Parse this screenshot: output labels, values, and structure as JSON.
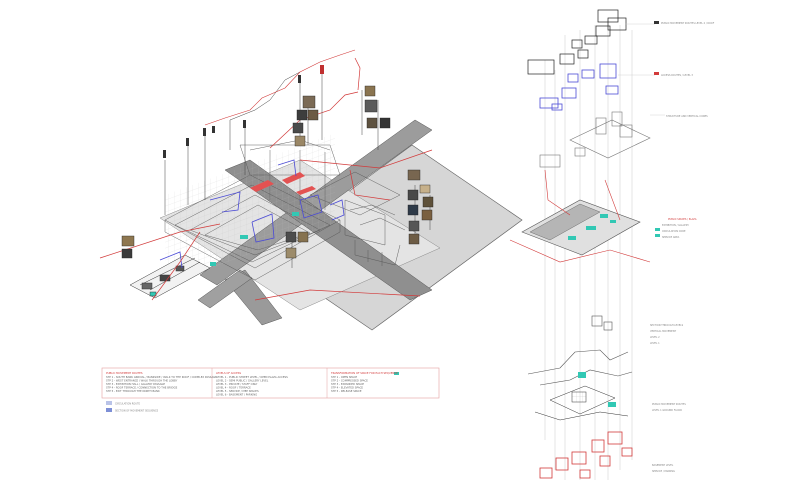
{
  "colors": {
    "accent_red": "#d23a3a",
    "line_blue": "#4b4bd6",
    "cyan": "#32c8b4",
    "gray_fill": "#d4d4d4",
    "line_dark": "#444444"
  },
  "legend": {
    "column_1": {
      "header": "PUBLIC MOVEMENT ROUTES",
      "lines": [
        "STP 1 - SOUTH BANK ARRIVAL / BANKSIDE / WALK TO THE ROOF / COMPLEX PASSAGE",
        "STP 2 - WEST ENTRANCE / WALK THROUGH THE LOBBY",
        "STP 3 - EXHIBITION HALL / GALLERY PASSAGE",
        "STP 4 - ROOF TERRACE / CONNECTION TO THE BRIDGE",
        "STP 5 - EXIT THROUGH THE NORTH BANK"
      ],
      "swatch_labels": [
        "CIRCULATION ROUTE",
        "SECTION OF MOVEMENT SEQUENCE"
      ]
    },
    "column_2": {
      "header": "LEVELS OF ACCESS",
      "lines": [
        "LEVEL 1 - PUBLIC STREET LEVEL / OPEN PLAZA ACCESS",
        "LEVEL 2 - SEMI PUBLIC / GALLERY LEVEL",
        "LEVEL 3 - PRIVATE / STAFF ONLY",
        "LEVEL 4 - ROOF / TERRACE",
        "LEVEL 5 - SERVICE / MEP SPACES",
        "LEVEL 6 - BASEMENT / PARKING"
      ]
    },
    "column_3": {
      "header": "TRANSFORMATION OF SPACE FOR EACH SEQUENCE",
      "lines": [
        "STP 1 - OPEN SPACE",
        "STP 2 - COMPRESSED SPACE",
        "STP 3 - EXPANDED SPACE",
        "STP 4 - ELEVATED SPACE",
        "STP 5 - RELEASE SPACE"
      ]
    }
  },
  "annotations": {
    "right_top_1": "PUBLIC MOVEMENT ROUTES LEVEL 4 / ROOF",
    "right_top_2": "ACCESS ROUTES / LEVEL 3",
    "right_top_3": "STRUCTURE AND VERTICAL CORES",
    "right_mid_1": "PUBLIC SPACES / PLAZA",
    "right_mid_2": "EXHIBITION / GALLERY",
    "right_mid_3": "CIRCULATION CORE",
    "right_mid_4": "SERVICE AREA",
    "right_lower_1": "SECTION THROUGH LEVELS",
    "right_lower_2": "VERTICAL MOVEMENT",
    "right_lower_3": "LEVEL 2",
    "right_lower_4": "LEVEL 1",
    "right_bot_1": "PUBLIC MOVEMENT ROUTES",
    "right_bot_2": "LEVEL 1 GROUND FLOOR",
    "right_bot_3": "BASEMENT LEVEL",
    "right_bot_4": "SERVICE / PARKING"
  }
}
